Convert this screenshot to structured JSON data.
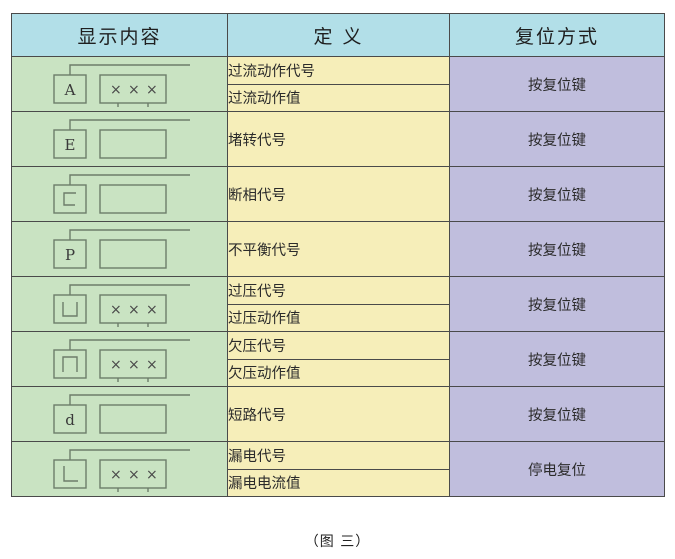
{
  "table": {
    "headers": {
      "display": "显示内容",
      "definition": "定 义",
      "reset": "复位方式"
    },
    "rows": [
      {
        "icon": "code-box-A-with-three-x-value",
        "code_letter": "A",
        "value_box": "×××",
        "has_value": true,
        "definitions": [
          "过流动作代号",
          "过流动作值"
        ],
        "reset": "按复位键"
      },
      {
        "icon": "code-box-E-empty",
        "code_letter": "E",
        "value_box": "",
        "has_value": false,
        "definitions": [
          "堵转代号"
        ],
        "reset": "按复位键"
      },
      {
        "icon": "code-box-C-empty",
        "code_letter": "c",
        "value_box": "",
        "has_value": false,
        "definitions": [
          "断相代号"
        ],
        "reset": "按复位键"
      },
      {
        "icon": "code-box-P-empty",
        "code_letter": "P",
        "value_box": "",
        "has_value": false,
        "definitions": [
          "不平衡代号"
        ],
        "reset": "按复位键"
      },
      {
        "icon": "code-box-U-with-three-x-value",
        "code_letter": "u",
        "value_box": "×××",
        "has_value": true,
        "definitions": [
          "过压代号",
          "过压动作值"
        ],
        "reset": "按复位键"
      },
      {
        "icon": "code-box-n-with-three-x-value",
        "code_letter": "n",
        "value_box": "×××",
        "has_value": true,
        "definitions": [
          "欠压代号",
          "欠压动作值"
        ],
        "reset": "按复位键"
      },
      {
        "icon": "code-box-d-empty",
        "code_letter": "d",
        "value_box": "",
        "has_value": false,
        "definitions": [
          "短路代号"
        ],
        "reset": "按复位键"
      },
      {
        "icon": "code-box-L-with-three-x-value",
        "code_letter": "L",
        "value_box": "×××",
        "has_value": true,
        "definitions": [
          "漏电代号",
          "漏电电流值"
        ],
        "reset": "停电复位"
      }
    ]
  },
  "caption": "（图 三）",
  "colors": {
    "header_bg": "#b2dfe8",
    "display_bg": "#c9e3c2",
    "definition_bg": "#f6eeb9",
    "reset_bg": "#c0bedd",
    "border": "#4a4a4a"
  }
}
